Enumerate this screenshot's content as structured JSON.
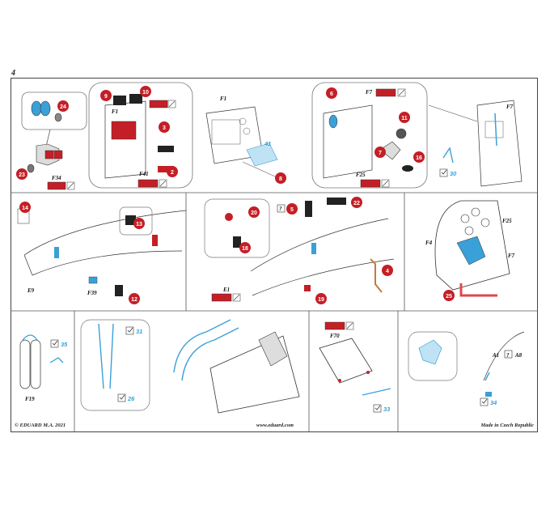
{
  "page": {
    "number": "4",
    "footer_left": "© EDUARD  M.A. 2021",
    "footer_center": "www.eduard.com",
    "footer_right": "Made in Czech Republic"
  },
  "colors": {
    "part_red": "#c41f26",
    "part_blue": "#3aa0d8",
    "line": "#333333",
    "frame": "#444444"
  },
  "labels": {
    "F34": "F34",
    "F1a": "F1",
    "F41": "F41",
    "F1b": "F1",
    "F7a": "F7",
    "F25a": "F25",
    "F7b": "F7",
    "E9": "E9",
    "F39": "F39",
    "E1": "E1",
    "F4": "F4",
    "F25b": "F25",
    "F7c": "F7",
    "F19": "F19",
    "F70": "F70",
    "A1": "A1",
    "A8": "A8",
    "question1": "?",
    "question2": "?"
  },
  "red_callouts": {
    "c24": "24",
    "c23": "23",
    "c9": "9",
    "c10": "10",
    "c3": "3",
    "c2": "2",
    "c8": "8",
    "c6": "6",
    "c11": "11",
    "c16": "16",
    "c7": "7",
    "c14": "14",
    "c13": "13",
    "c12": "12",
    "c20": "20",
    "c18": "18",
    "c5": "5",
    "c22": "22",
    "c19": "19",
    "c4": "4",
    "c25": "25"
  },
  "blue_callouts": {
    "b41": "41",
    "b30": "30",
    "b35": "35",
    "b31": "31",
    "b26": "26",
    "b33": "33",
    "b34": "34"
  }
}
